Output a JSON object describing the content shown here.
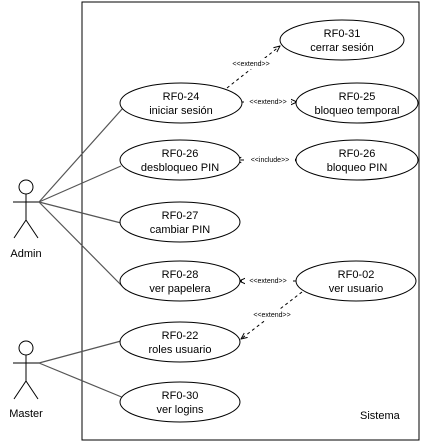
{
  "system": {
    "label": "Sistema"
  },
  "actors": [
    {
      "id": "admin",
      "label": "Admin"
    },
    {
      "id": "master",
      "label": "Master"
    }
  ],
  "use_cases": [
    {
      "id": "rf0-31",
      "code": "RF0-31",
      "name": "cerrar sesión"
    },
    {
      "id": "rf0-24",
      "code": "RF0-24",
      "name": "iniciar sesión"
    },
    {
      "id": "rf0-25",
      "code": "RF0-25",
      "name": "bloqueo temporal"
    },
    {
      "id": "rf0-26a",
      "code": "RF0-26",
      "name": "desbloqueo PIN"
    },
    {
      "id": "rf0-26b",
      "code": "RF0-26",
      "name": "bloqueo PIN"
    },
    {
      "id": "rf0-27",
      "code": "RF0-27",
      "name": "cambiar PIN"
    },
    {
      "id": "rf0-28",
      "code": "RF0-28",
      "name": "ver papelera"
    },
    {
      "id": "rf0-02",
      "code": "RF0-02",
      "name": "ver usuario"
    },
    {
      "id": "rf0-22",
      "code": "RF0-22",
      "name": "roles usuario"
    },
    {
      "id": "rf0-30",
      "code": "RF0-30",
      "name": "ver logins"
    }
  ],
  "relationships": [
    {
      "id": "rel-extend-1",
      "label": "<<extend>>"
    },
    {
      "id": "rel-extend-2",
      "label": "<<extend>>"
    },
    {
      "id": "rel-include-1",
      "label": "<<include>>"
    },
    {
      "id": "rel-extend-3",
      "label": "<<extend>>"
    },
    {
      "id": "rel-extend-4",
      "label": "<<extend>>"
    }
  ]
}
